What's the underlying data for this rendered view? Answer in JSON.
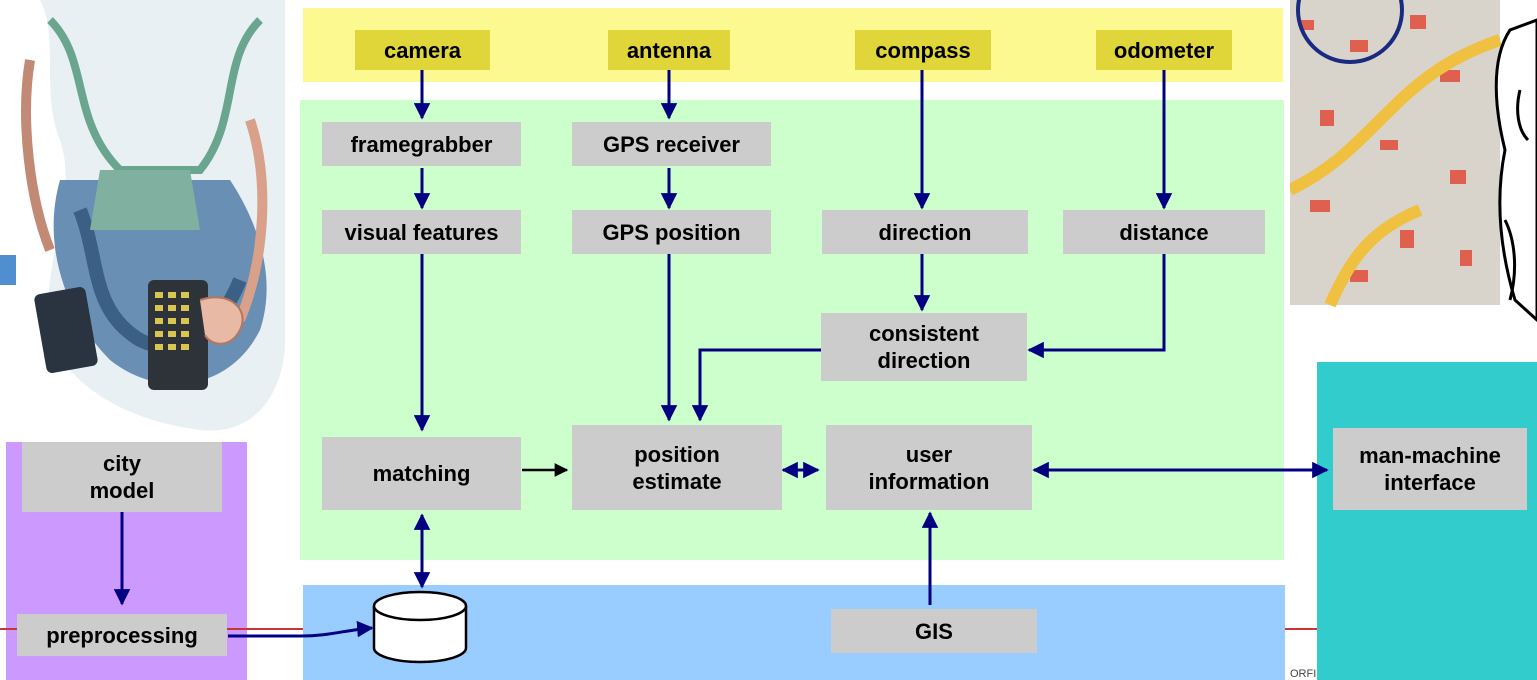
{
  "sensors": {
    "camera": "camera",
    "antenna": "antenna",
    "compass": "compass",
    "odometer": "odometer"
  },
  "processing": {
    "framegrabber": "framegrabber",
    "gps_receiver": "GPS receiver",
    "visual_features": "visual features",
    "gps_position": "GPS position",
    "direction": "direction",
    "distance": "distance",
    "consistent_direction": "consistent\ndirection",
    "matching": "matching",
    "position_estimate": "position\nestimate",
    "user_information": "user\ninformation"
  },
  "offline": {
    "city_model": "city\nmodel",
    "preprocessing": "preprocessing"
  },
  "database": {
    "gis": "GIS"
  },
  "interface": {
    "man_machine_interface": "man-machine\ninterface"
  },
  "footer_fragment": "ORFI",
  "colors": {
    "sensor_band": "#fbf98f",
    "sensor_box": "#e0d63a",
    "processing_area": "#ccffcc",
    "database_area": "#99ccff",
    "offline_area": "#cc99ff",
    "interface_area": "#33cccc",
    "node_box": "#cccccc",
    "arrow": "#000080",
    "footer_line": "#cc3333"
  }
}
